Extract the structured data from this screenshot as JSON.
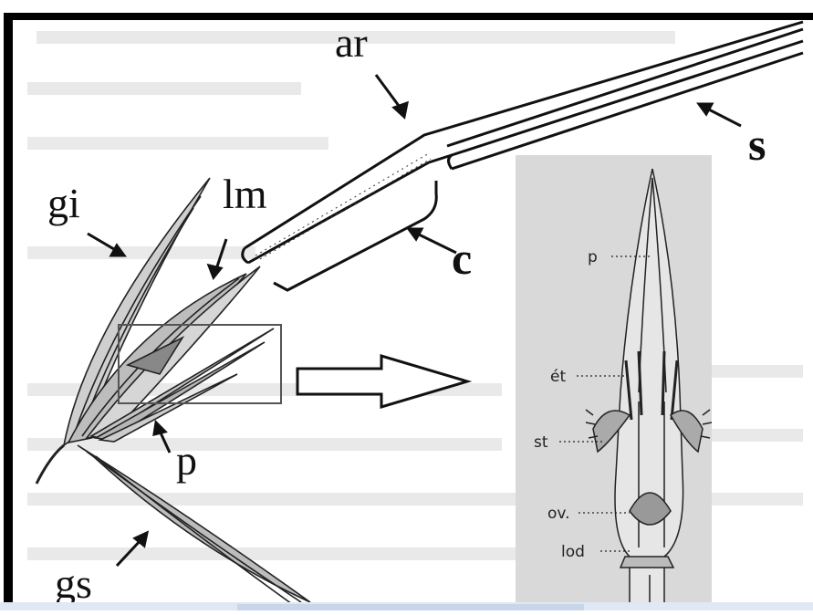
{
  "figure": {
    "labels": {
      "ar": "ar",
      "s": "s",
      "gi": "gi",
      "lm": "lm",
      "c": "c",
      "p": "p",
      "gs": "gs"
    },
    "inset_labels": {
      "p": "p",
      "et": "ét",
      "st": "st",
      "ov": "ov.",
      "lod": "lod"
    }
  },
  "colors": {
    "frame": "#000000",
    "ink": "#111111",
    "inset_background": "#d9d9d9",
    "page_background": "#ffffff",
    "bottom_strip": "#dfe8f4"
  }
}
